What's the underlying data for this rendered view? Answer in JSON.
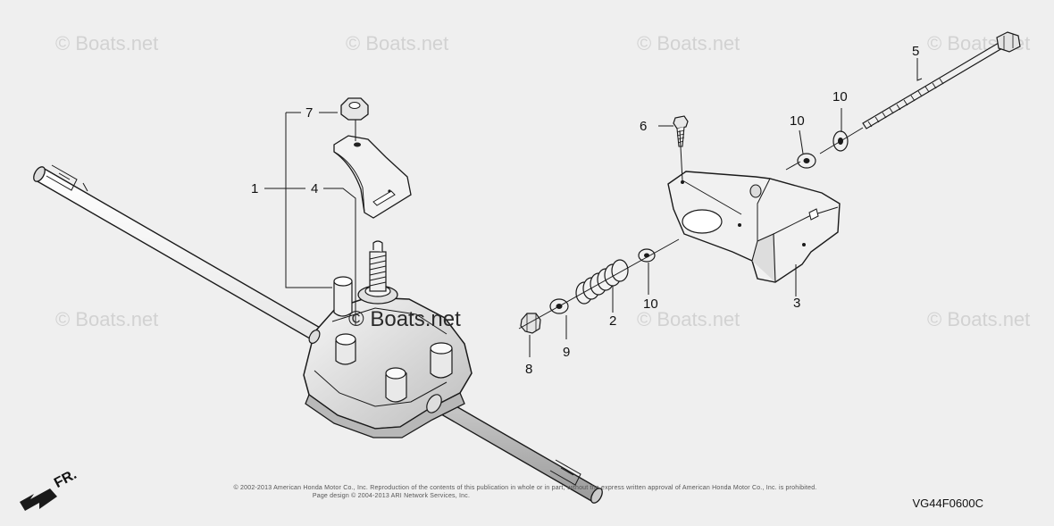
{
  "watermarks": {
    "text": "© Boats.net",
    "center_text": "© Boats.net"
  },
  "callouts": {
    "c1": "1",
    "c2": "2",
    "c3": "3",
    "c4": "4",
    "c5": "5",
    "c6": "6",
    "c7": "7",
    "c8": "8",
    "c9": "9",
    "c10a": "10",
    "c10b": "10",
    "c10c": "10"
  },
  "direction_label": "FR.",
  "copyright": {
    "line1": "© 2002-2013 American Honda Motor Co., Inc. Reproduction of the contents of this publication in whole or in part, without the express written approval of American Honda Motor Co., Inc. is prohibited.",
    "line2": "Page design © 2004-2013 ARI Network Services, Inc."
  },
  "diagram_code": "VG44F0600C",
  "colors": {
    "background": "#efefef",
    "line": "#1a1a1a",
    "part_fill": "#f2f2f2",
    "part_shade": "#cfcfcf",
    "watermark": "#d2d2d2"
  }
}
